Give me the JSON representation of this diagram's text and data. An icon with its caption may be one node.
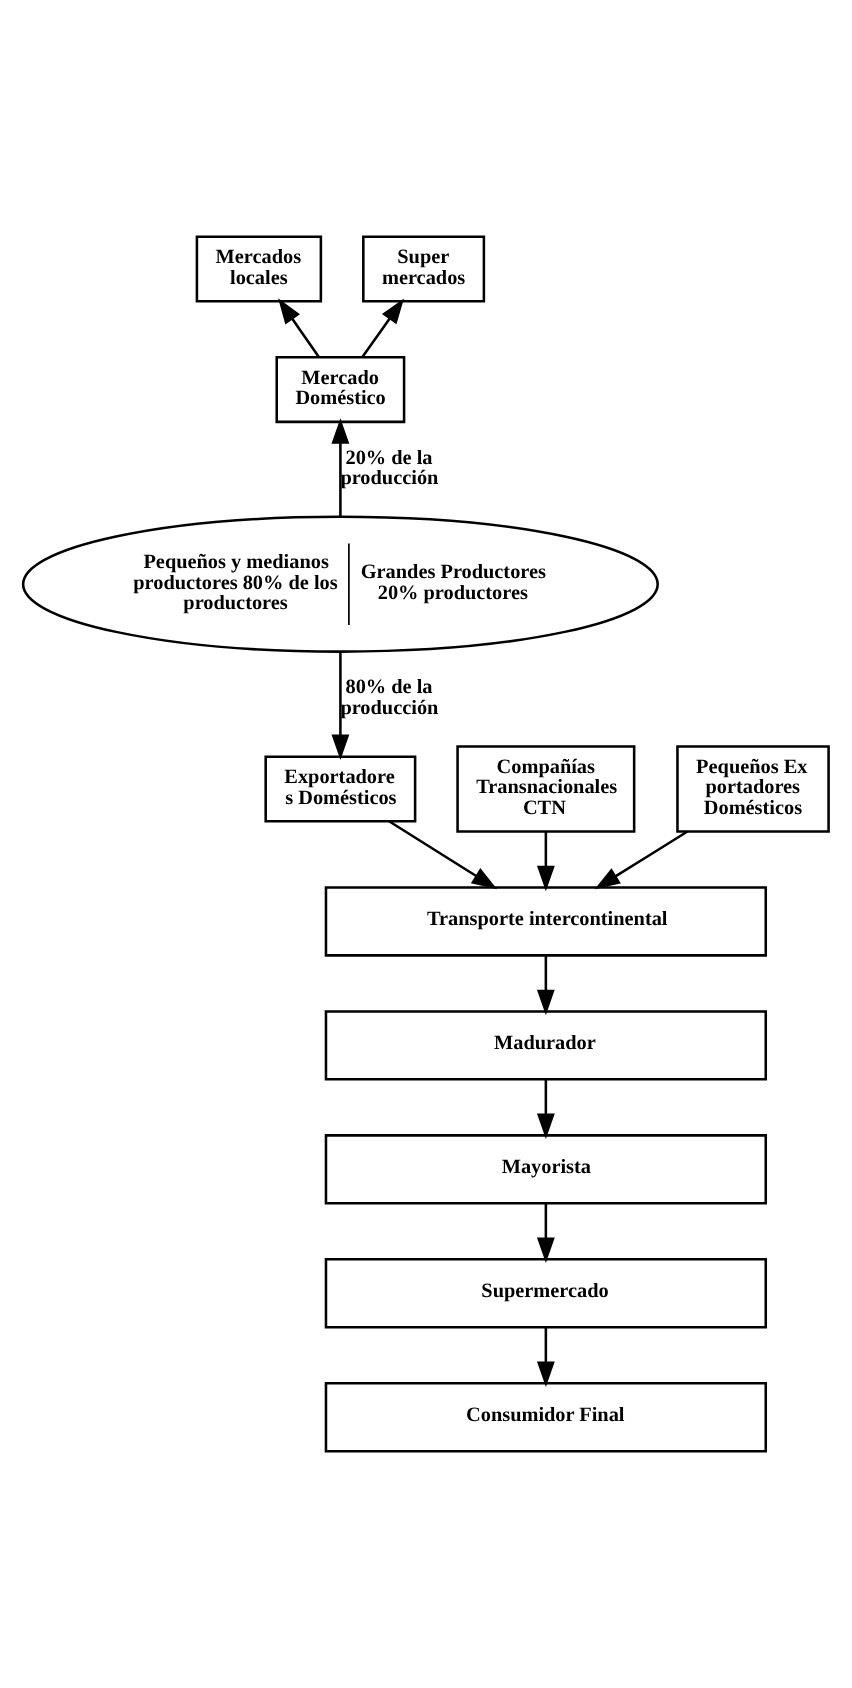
{
  "diagram": {
    "nodes": [
      {
        "text": [
          "Mercados locales"
        ]
      },
      {
        "text": [
          "Super mercados"
        ]
      },
      {
        "text": [
          "Mercado Doméstico"
        ]
      },
      {
        "text": [
          "Pequeños y medianos productores 80% de los productores",
          "Grandes Productores 20% productores"
        ]
      },
      {
        "text": [
          "Compañías Transnacionales CTN"
        ]
      },
      {
        "text": [
          "Exportadore s Domésticos"
        ]
      },
      {
        "text": [
          "Pequeños Ex portadores Domésticos"
        ]
      },
      {
        "text": [
          "Transporte intercontinental"
        ]
      },
      {
        "text": [
          "Madurador"
        ]
      },
      {
        "text": [
          "Mayorista"
        ]
      },
      {
        "text": [
          "Supermercado"
        ]
      },
      {
        "text": [
          "Consumidor Final"
        ]
      }
    ],
    "edges": [
      {
        "from": 2,
        "to": 0,
        "arrow": "to"
      },
      {
        "from": 2,
        "to": 1,
        "arrow": "to"
      },
      {
        "from": 3,
        "to": 2,
        "arrow": "to",
        "label": "20% de la producción"
      },
      {
        "from": 3,
        "to": 5,
        "arrow": "to",
        "label": "80% de la producción"
      },
      {
        "from": 4,
        "to": 7,
        "arrow": "to"
      },
      {
        "from": 5,
        "to": 7,
        "arrow": "to"
      },
      {
        "from": 6,
        "to": 7,
        "arrow": "to"
      },
      {
        "from": 7,
        "to": 8,
        "arrow": "to"
      },
      {
        "from": 8,
        "to": 9,
        "arrow": "to"
      },
      {
        "from": 9,
        "to": 10,
        "arrow": "to"
      },
      {
        "from": 10,
        "to": 11,
        "arrow": "to"
      }
    ]
  }
}
